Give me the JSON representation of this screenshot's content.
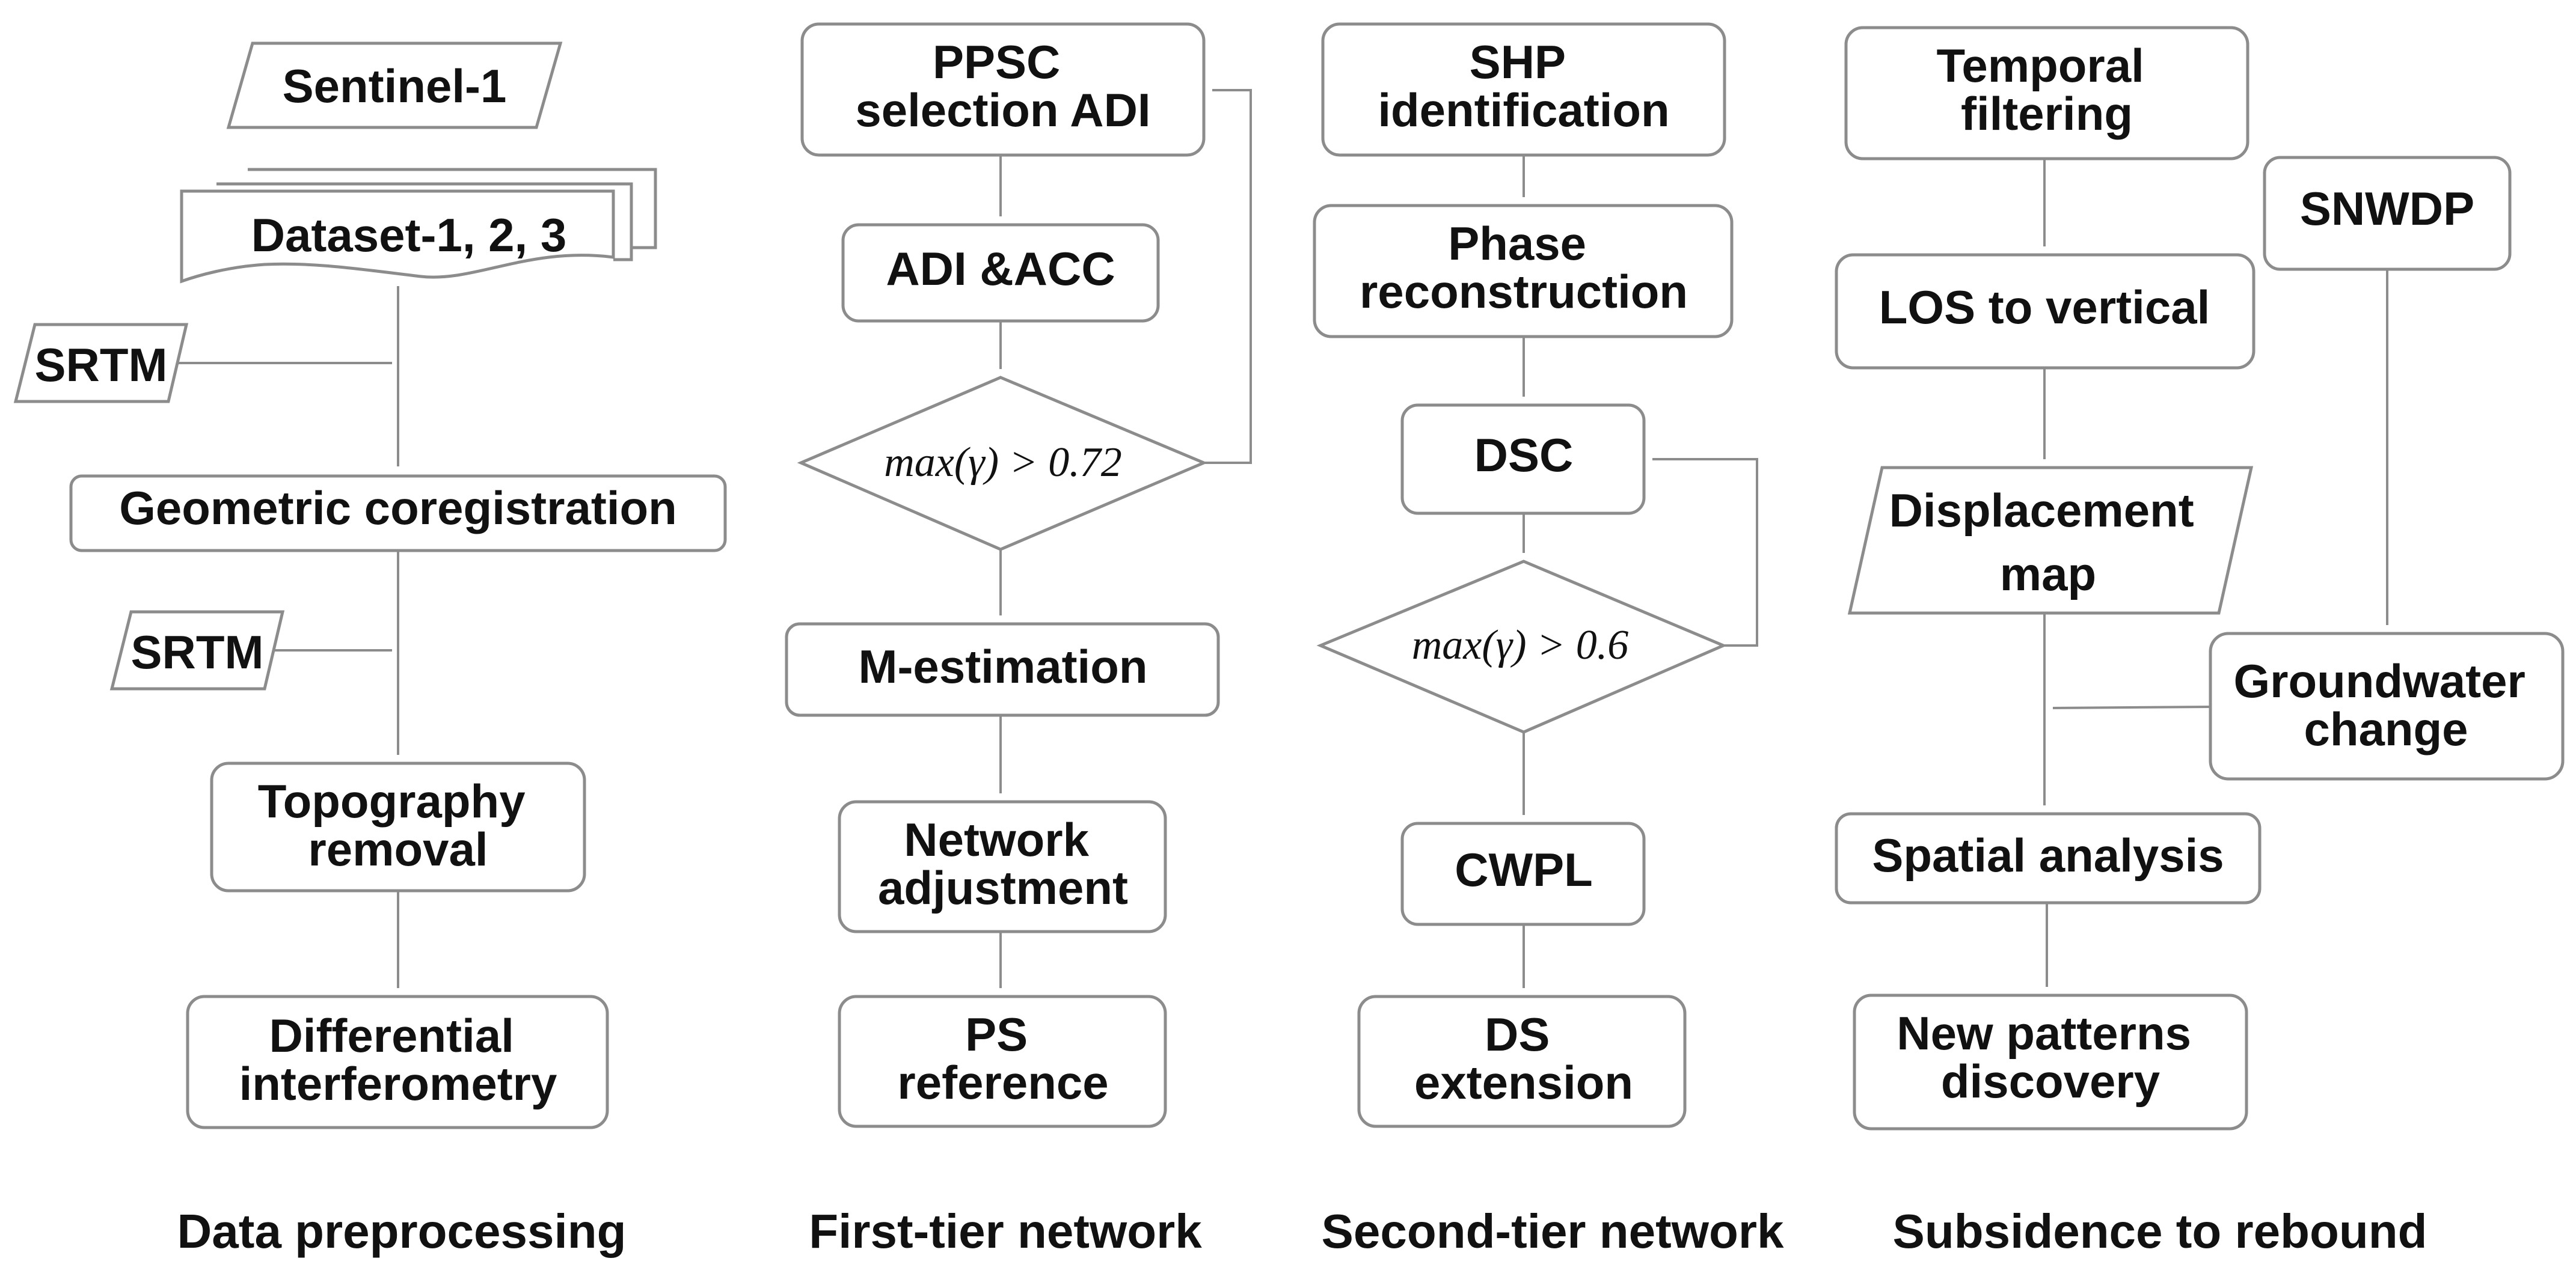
{
  "columns": [
    {
      "title": "Data preprocessing",
      "nodes": {
        "sentinel": "Sentinel-1",
        "dataset": "Dataset-1, 2, 3",
        "srtm_1": "SRTM",
        "coreg": "Geometric coregistration",
        "srtm_2": "SRTM",
        "topo": [
          "Topography",
          "removal"
        ],
        "diff": [
          "Differential",
          "interferometry"
        ]
      }
    },
    {
      "title": "First-tier network",
      "nodes": {
        "ppsc": [
          "PPSC",
          "selection ADI"
        ],
        "adi": "ADI &ACC",
        "cond": "max(γ) > 0.72",
        "mest": "M-estimation",
        "net": [
          "Network",
          "adjustment"
        ],
        "ps": [
          "PS",
          "reference"
        ]
      }
    },
    {
      "title": "Second-tier network",
      "nodes": {
        "shp": [
          "SHP",
          "identification"
        ],
        "phase": [
          "Phase",
          "reconstruction"
        ],
        "dsc": "DSC",
        "cond": "max(γ) > 0.6",
        "cwpl": "CWPL",
        "dsext": [
          "DS",
          "extension"
        ]
      }
    },
    {
      "title": "Subsidence to rebound",
      "nodes": {
        "temporal": [
          "Temporal",
          "filtering"
        ],
        "los": "LOS to vertical",
        "disp": [
          "Displacement",
          "map"
        ],
        "snwdp": "SNWDP",
        "gw": [
          "Groundwater",
          "change"
        ],
        "spatial": "Spatial analysis",
        "newpat": [
          "New patterns",
          "discovery"
        ]
      }
    }
  ]
}
